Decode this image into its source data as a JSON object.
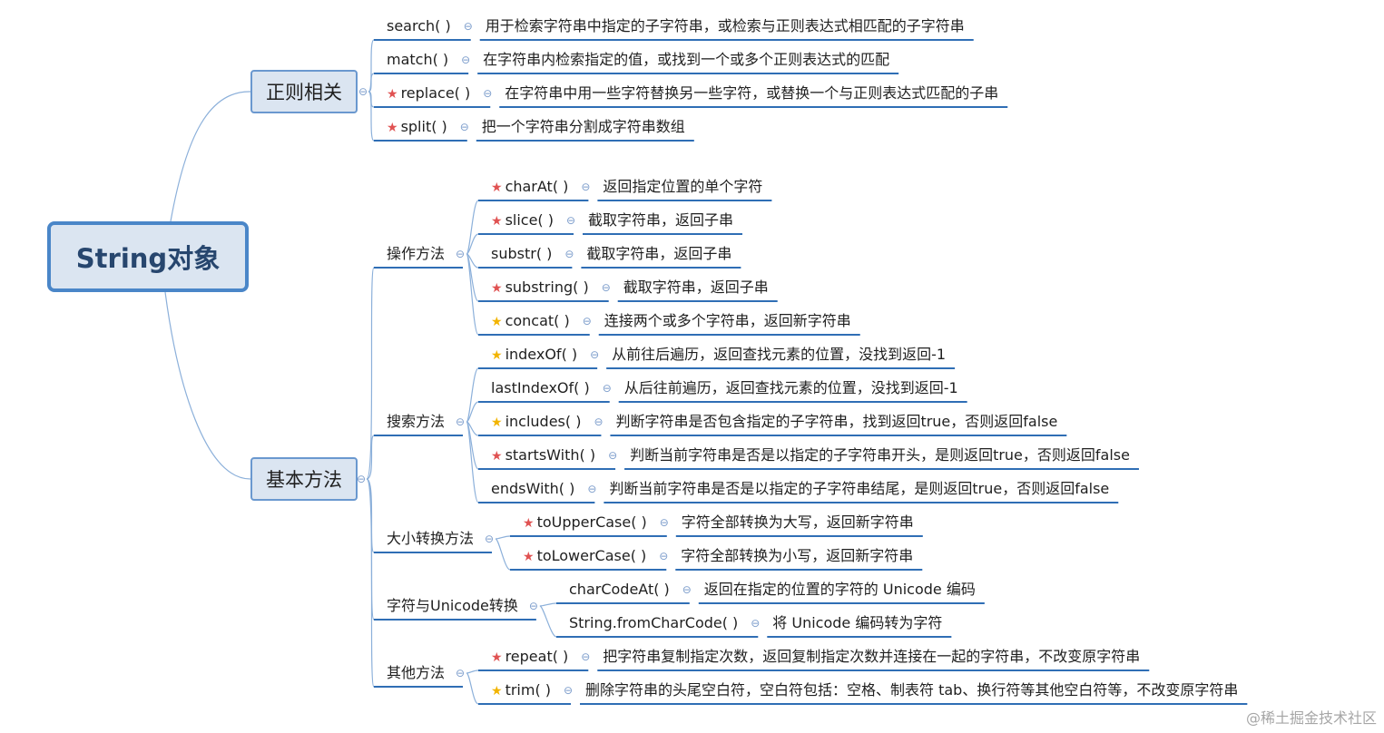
{
  "watermark": "@稀土掘金技术社区",
  "colors": {
    "line": "#8cb0da",
    "underline": "#2f6eb5",
    "red_star": "#e05252",
    "gold_star": "#f2b400"
  },
  "root": {
    "label": "String对象"
  },
  "branches": [
    {
      "label": "正则相关",
      "items": [
        {
          "name": "search( )",
          "star": "",
          "desc": "用于检索字符串中指定的子字符串，或检索与正则表达式相匹配的子字符串"
        },
        {
          "name": "match( )",
          "star": "",
          "desc": "在字符串内检索指定的值，或找到一个或多个正则表达式的匹配"
        },
        {
          "name": "replace( )",
          "star": "red",
          "desc": "在字符串中用一些字符替换另一些字符，或替换一个与正则表达式匹配的子串"
        },
        {
          "name": "split( )",
          "star": "red",
          "desc": "把一个字符串分割成字符串数组"
        }
      ]
    },
    {
      "label": "基本方法",
      "groups": [
        {
          "label": "操作方法",
          "items": [
            {
              "name": "charAt( )",
              "star": "red",
              "desc": "返回指定位置的单个字符"
            },
            {
              "name": "slice( )",
              "star": "red",
              "desc": "截取字符串，返回子串"
            },
            {
              "name": "substr( )",
              "star": "",
              "desc": "截取字符串，返回子串"
            },
            {
              "name": "substring( )",
              "star": "red",
              "desc": "截取字符串，返回子串"
            },
            {
              "name": "concat( )",
              "star": "gold",
              "desc": "连接两个或多个字符串，返回新字符串"
            }
          ]
        },
        {
          "label": "搜索方法",
          "items": [
            {
              "name": "indexOf( )",
              "star": "gold",
              "desc": "从前往后遍历，返回查找元素的位置，没找到返回-1"
            },
            {
              "name": "lastIndexOf( )",
              "star": "",
              "desc": "从后往前遍历，返回查找元素的位置，没找到返回-1"
            },
            {
              "name": "includes( )",
              "star": "gold",
              "desc": "判断字符串是否包含指定的子字符串，找到返回true，否则返回false"
            },
            {
              "name": "startsWith( )",
              "star": "red",
              "desc": "判断当前字符串是否是以指定的子字符串开头，是则返回true，否则返回false"
            },
            {
              "name": "endsWith( )",
              "star": "",
              "desc": "判断当前字符串是否是以指定的子字符串结尾，是则返回true，否则返回false"
            }
          ]
        },
        {
          "label": "大小转换方法",
          "items": [
            {
              "name": "toUpperCase( )",
              "star": "red",
              "desc": "字符全部转换为大写，返回新字符串"
            },
            {
              "name": "toLowerCase( )",
              "star": "red",
              "desc": "字符全部转换为小写，返回新字符串"
            }
          ]
        },
        {
          "label": "字符与Unicode转换",
          "items": [
            {
              "name": "charCodeAt( )",
              "star": "",
              "desc": "返回在指定的位置的字符的 Unicode 编码"
            },
            {
              "name": "String.fromCharCode( )",
              "star": "",
              "desc": "将 Unicode 编码转为字符"
            }
          ]
        },
        {
          "label": "其他方法",
          "items": [
            {
              "name": "repeat( )",
              "star": "red",
              "desc": "把字符串复制指定次数，返回复制指定次数并连接在一起的字符串，不改变原字符串"
            },
            {
              "name": "trim( )",
              "star": "gold",
              "desc": "删除字符串的头尾空白符，空白符包括：空格、制表符 tab、换行符等其他空白符等，不改变原字符串"
            }
          ]
        }
      ]
    }
  ]
}
